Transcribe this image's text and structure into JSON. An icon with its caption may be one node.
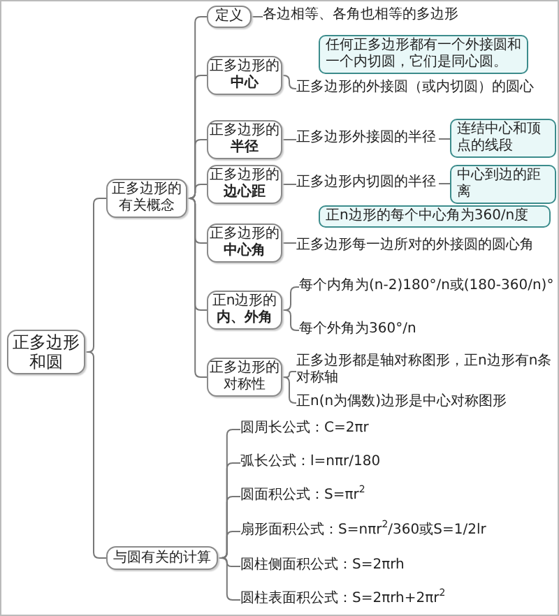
{
  "diagram": {
    "nodes": [
      {
        "text": [
          "正多边形和圆"
        ]
      },
      {
        "text": [
          "正多边形的有关概念"
        ]
      },
      {
        "text": [
          "定义"
        ]
      },
      {
        "text": [
          "各边相等、各角也相等的多边形"
        ]
      },
      {
        "text": [
          "正多边形的**中心**"
        ]
      },
      {
        "text": [
          "任何正多边形都有一个外接圆和一个内切圆，它们是同心圆。"
        ]
      },
      {
        "text": [
          "正多边形的外接圆（或内切圆）的圆心"
        ]
      },
      {
        "text": [
          "正多边形的**半径**"
        ]
      },
      {
        "text": [
          "正多边形外接圆的半径"
        ]
      },
      {
        "text": [
          "连结中心和顶点的线段"
        ]
      },
      {
        "text": [
          "正多边形的**边心距**"
        ]
      },
      {
        "text": [
          "正多边形内切圆的半径"
        ]
      },
      {
        "text": [
          "中心到边的距离"
        ]
      },
      {
        "text": [
          "正多边形的**中心角**"
        ]
      },
      {
        "text": [
          "正n边形的每个中心角为360/n度"
        ]
      },
      {
        "text": [
          "正多边形每一边所对的外接圆的圆心角"
        ]
      },
      {
        "text": [
          "正n边形的**内、外角**"
        ]
      },
      {
        "text": [
          "每个内角为(n-2)180°/n或(180-360/n)°"
        ]
      },
      {
        "text": [
          "每个外角为360°/n"
        ]
      },
      {
        "text": [
          "正多边形的对称性"
        ]
      },
      {
        "text": [
          "正多边形都是轴对称图形，正n边形有n条对称轴"
        ]
      },
      {
        "text": [
          "正n(n为偶数)边形是中心对称图形"
        ]
      },
      {
        "text": [
          "与圆有关的计算"
        ]
      },
      {
        "text": [
          "圆周长公式：C=2πr"
        ]
      },
      {
        "text": [
          "弧长公式：l=nπr/180"
        ]
      },
      {
        "text": [
          "圆面积公式：S=πr$^{2}$"
        ]
      },
      {
        "text": [
          "扇形面积公式：S=nπr$^{2}$/360或S=1/2lr"
        ]
      },
      {
        "text": [
          "圆柱侧面积公式：S=2πrh"
        ]
      },
      {
        "text": [
          "圆柱表面积公式：S=2πrh+2πr$^{2}$"
        ]
      }
    ],
    "edges": [
      {
        "from": 0,
        "to": 1,
        "arrow": "none"
      },
      {
        "from": 0,
        "to": 22,
        "arrow": "none"
      },
      {
        "from": 1,
        "to": 2,
        "arrow": "none"
      },
      {
        "from": 1,
        "to": 4,
        "arrow": "none"
      },
      {
        "from": 1,
        "to": 7,
        "arrow": "none"
      },
      {
        "from": 1,
        "to": 10,
        "arrow": "none"
      },
      {
        "from": 1,
        "to": 13,
        "arrow": "none"
      },
      {
        "from": 1,
        "to": 16,
        "arrow": "none"
      },
      {
        "from": 1,
        "to": 19,
        "arrow": "none"
      },
      {
        "from": 2,
        "to": 3,
        "arrow": "none"
      },
      {
        "from": 4,
        "to": 6,
        "arrow": "none"
      },
      {
        "from": 7,
        "to": 8,
        "arrow": "none"
      },
      {
        "from": 8,
        "to": 9,
        "arrow": "none"
      },
      {
        "from": 10,
        "to": 11,
        "arrow": "none"
      },
      {
        "from": 11,
        "to": 12,
        "arrow": "none"
      },
      {
        "from": 13,
        "to": 15,
        "arrow": "none"
      },
      {
        "from": 16,
        "to": 17,
        "arrow": "none"
      },
      {
        "from": 16,
        "to": 18,
        "arrow": "none"
      },
      {
        "from": 19,
        "to": 20,
        "arrow": "none"
      },
      {
        "from": 19,
        "to": 21,
        "arrow": "none"
      },
      {
        "from": 22,
        "to": 23,
        "arrow": "none"
      },
      {
        "from": 22,
        "to": 24,
        "arrow": "none"
      },
      {
        "from": 22,
        "to": 25,
        "arrow": "none"
      },
      {
        "from": 22,
        "to": 26,
        "arrow": "none"
      },
      {
        "from": 22,
        "to": 27,
        "arrow": "none"
      },
      {
        "from": 22,
        "to": 28,
        "arrow": "none"
      }
    ]
  }
}
